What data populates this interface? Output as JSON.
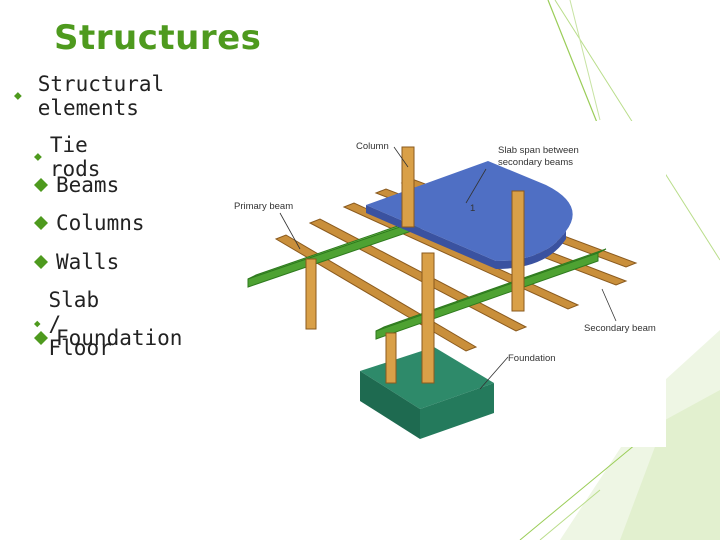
{
  "slide": {
    "title": "Structures",
    "accent_color": "#4e9a1e",
    "bullets": {
      "level1": "Structural elements",
      "items": [
        "Tie rods",
        "Beams",
        "Columns",
        "Walls",
        "Slab / Floor",
        "Foundation"
      ],
      "bullet_icon": "green-diamond-icon"
    }
  },
  "figure": {
    "labels": {
      "column": "Column",
      "slab_line1": "Slab span between",
      "slab_line2": "secondary beams",
      "primary_beam": "Primary beam",
      "secondary_beam": "Secondary beam",
      "foundation": "Foundation",
      "slab_marker": "1"
    }
  }
}
